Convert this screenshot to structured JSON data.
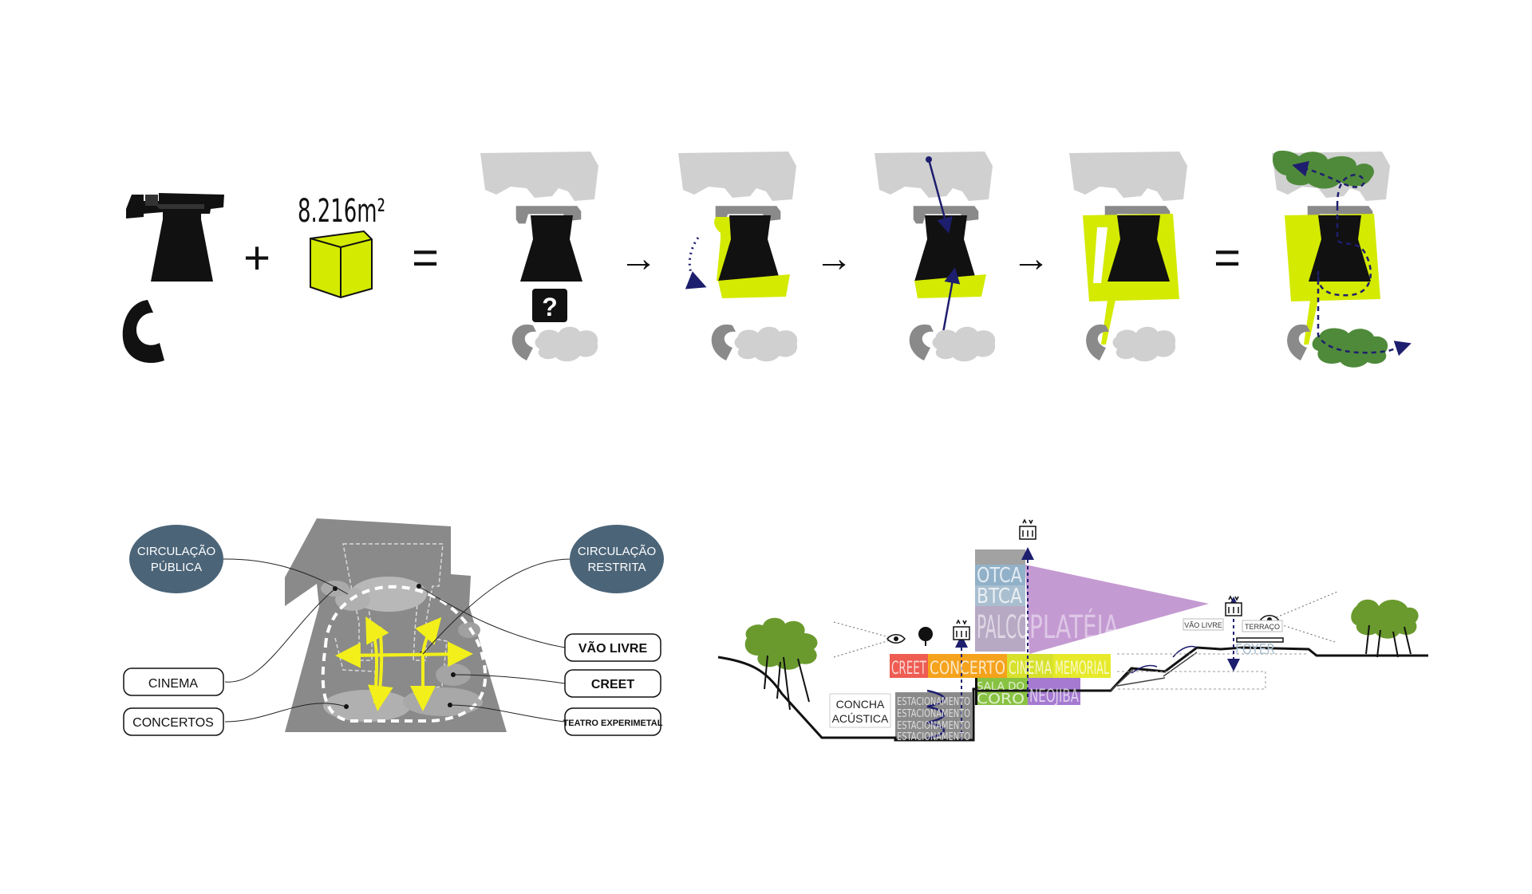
{
  "top_row": {
    "area_label": "8.216m²",
    "plus_sign": "+",
    "equals_sign_1": "=",
    "arrow_1": "→",
    "arrow_2": "→",
    "arrow_3": "→",
    "equals_sign_2": "=",
    "question_mark": "?"
  },
  "left_diagram": {
    "bubble_public_line1": "CIRCULAÇÃO",
    "bubble_public_line2": "PÚBLICA",
    "bubble_restricted_line1": "CIRCULAÇÃO",
    "bubble_restricted_line2": "RESTRITA",
    "label_cinema": "CINEMA",
    "label_concertos": "CONCERTOS",
    "label_vao_livre": "VÃO LIVRE",
    "label_creet": "CREET",
    "label_teatro": "TEATRO EXPERIMETAL"
  },
  "section_diagram": {
    "otca": "OTCA",
    "btca": "BTCA",
    "palco": "PALCO",
    "plateia": "PLATÉIA",
    "creet": "CREET",
    "concerto": "CONCERTO",
    "cinema": "CINEMA",
    "memorial": "MEMORIAL",
    "sala_do_coro_1": "SALA DO",
    "sala_do_coro_2": "CORO",
    "neojiba": "NEOJIBA",
    "concha_1": "CONCHA",
    "concha_2": "ACÚSTICA",
    "estacionamento": "ESTACIONAMENTO",
    "vao_livre": "VÃO LIVRE",
    "terraco": "TERRAÇO",
    "foyer": "FOYER"
  },
  "colors": {
    "lime": "#d4ea00",
    "dark": "#111111",
    "grey": "#8c8c8c",
    "light_grey": "#cfcfcf",
    "navy": "#1e1e6e",
    "bubble": "#4b6478",
    "green": "#6a9a2e",
    "purple": "#c49ad2",
    "creet_red": "#ee5c52",
    "orange": "#f5a21c",
    "yellow": "#e6ea2a",
    "blue_grey": "#a9bfd0"
  },
  "icons": [
    "eye-icon",
    "tree-icon",
    "elevator-icon",
    "question-icon",
    "cube-icon"
  ]
}
